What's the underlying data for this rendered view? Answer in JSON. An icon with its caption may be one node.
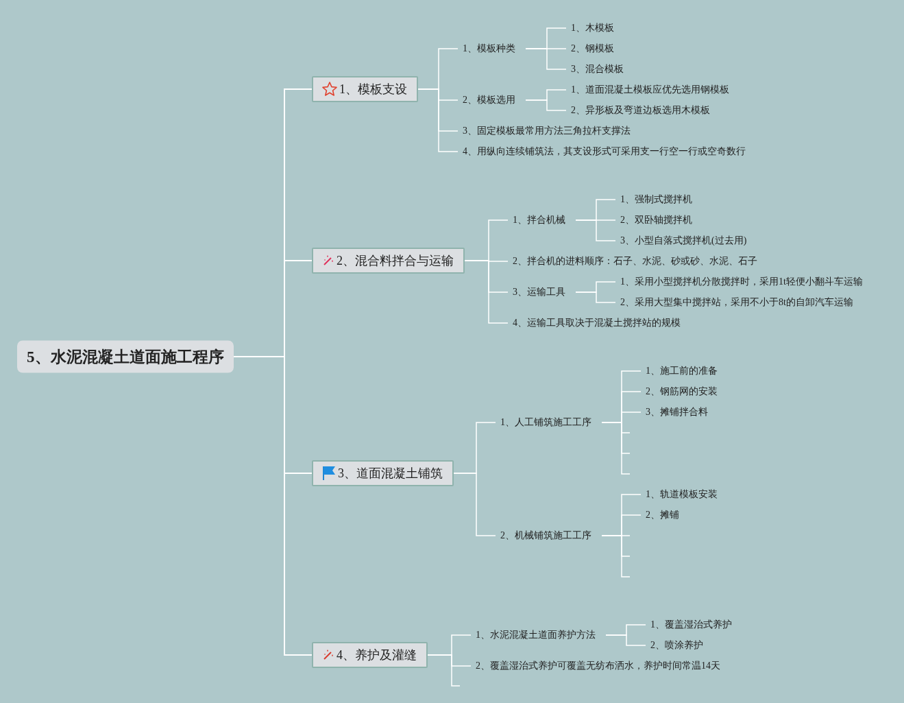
{
  "diagram": {
    "nodes": [
      {
        "text": [
          "5、水泥混凝土道面施工程序"
        ]
      },
      {
        "text": [
          "1、模板支设"
        ]
      },
      {
        "text": [
          "1、模板种类"
        ]
      },
      {
        "text": [
          "1、木模板"
        ]
      },
      {
        "text": [
          "2、钢模板"
        ]
      },
      {
        "text": [
          "3、混合模板"
        ]
      },
      {
        "text": [
          "2、模板选用"
        ]
      },
      {
        "text": [
          "1、道面混凝土模板应优先选用钢模板"
        ]
      },
      {
        "text": [
          "2、异形板及弯道边板选用木模板"
        ]
      },
      {
        "text": [
          "3、固定模板最常用方法三角拉杆支撑法"
        ]
      },
      {
        "text": [
          "4、用纵向连续铺筑法，其支设形式可采用支一行空一行或空奇数行"
        ]
      },
      {
        "text": [
          "2、混合料拌合与运输"
        ]
      },
      {
        "text": [
          "1、拌合机械"
        ]
      },
      {
        "text": [
          "1、强制式搅拌机"
        ]
      },
      {
        "text": [
          "2、双卧轴搅拌机"
        ]
      },
      {
        "text": [
          "3、小型自落式搅拌机(过去用)"
        ]
      },
      {
        "text": [
          "2、拌合机的进料顺序：石子、水泥、砂或砂、水泥、石子"
        ]
      },
      {
        "text": [
          "3、运输工具"
        ]
      },
      {
        "text": [
          "1、采用小型搅拌机分散搅拌时，采用1t轻便小翻斗车运输"
        ]
      },
      {
        "text": [
          "2、采用大型集中搅拌站，采用不小于8t的自卸汽车运输"
        ]
      },
      {
        "text": [
          "4、运输工具取决于混凝土搅拌站的规模"
        ]
      },
      {
        "text": [
          "3、道面混凝土铺筑"
        ]
      },
      {
        "text": [
          "1、人工铺筑施工工序"
        ]
      },
      {
        "text": [
          "1、施工前的准备"
        ]
      },
      {
        "text": [
          "2、钢筋网的安装"
        ]
      },
      {
        "text": [
          "3、摊铺拌合料"
        ]
      },
      {
        "text": [
          "2、机械铺筑施工工序"
        ]
      },
      {
        "text": [
          "1、轨道模板安装"
        ]
      },
      {
        "text": [
          "2、摊铺"
        ]
      },
      {
        "text": [
          "4、养护及灌缝"
        ]
      },
      {
        "text": [
          "1、水泥混凝土道面养护方法"
        ]
      },
      {
        "text": [
          "1、覆盖湿治式养护"
        ]
      },
      {
        "text": [
          "2、喷涂养护"
        ]
      },
      {
        "text": [
          "2、覆盖湿治式养护可覆盖无纺布洒水，养护时间常温14天"
        ]
      }
    ],
    "edges": [
      {
        "from": 0,
        "to": 1,
        "arrow": "none"
      },
      {
        "from": 0,
        "to": 11,
        "arrow": "none"
      },
      {
        "from": 0,
        "to": 21,
        "arrow": "none"
      },
      {
        "from": 0,
        "to": 29,
        "arrow": "none"
      },
      {
        "from": 1,
        "to": 2,
        "arrow": "none"
      },
      {
        "from": 2,
        "to": 3,
        "arrow": "none"
      },
      {
        "from": 2,
        "to": 4,
        "arrow": "none"
      },
      {
        "from": 2,
        "to": 5,
        "arrow": "none"
      },
      {
        "from": 1,
        "to": 6,
        "arrow": "none"
      },
      {
        "from": 6,
        "to": 7,
        "arrow": "none"
      },
      {
        "from": 6,
        "to": 8,
        "arrow": "none"
      },
      {
        "from": 1,
        "to": 9,
        "arrow": "none"
      },
      {
        "from": 1,
        "to": 10,
        "arrow": "none"
      },
      {
        "from": 11,
        "to": 12,
        "arrow": "none"
      },
      {
        "from": 12,
        "to": 13,
        "arrow": "none"
      },
      {
        "from": 12,
        "to": 14,
        "arrow": "none"
      },
      {
        "from": 12,
        "to": 15,
        "arrow": "none"
      },
      {
        "from": 11,
        "to": 16,
        "arrow": "none"
      },
      {
        "from": 11,
        "to": 17,
        "arrow": "none"
      },
      {
        "from": 17,
        "to": 18,
        "arrow": "none"
      },
      {
        "from": 17,
        "to": 19,
        "arrow": "none"
      },
      {
        "from": 11,
        "to": 20,
        "arrow": "none"
      },
      {
        "from": 21,
        "to": 22,
        "arrow": "none"
      },
      {
        "from": 22,
        "to": 23,
        "arrow": "none"
      },
      {
        "from": 22,
        "to": 24,
        "arrow": "none"
      },
      {
        "from": 22,
        "to": 25,
        "arrow": "none"
      },
      {
        "from": 22,
        "to": null,
        "arrow": "none"
      },
      {
        "from": 22,
        "to": null,
        "arrow": "none"
      },
      {
        "from": 22,
        "to": null,
        "arrow": "none"
      },
      {
        "from": 21,
        "to": 26,
        "arrow": "none"
      },
      {
        "from": 26,
        "to": 27,
        "arrow": "none"
      },
      {
        "from": 26,
        "to": 28,
        "arrow": "none"
      },
      {
        "from": 26,
        "to": null,
        "arrow": "none"
      },
      {
        "from": 26,
        "to": null,
        "arrow": "none"
      },
      {
        "from": 26,
        "to": null,
        "arrow": "none"
      },
      {
        "from": 29,
        "to": 30,
        "arrow": "none"
      },
      {
        "from": 30,
        "to": 31,
        "arrow": "none"
      },
      {
        "from": 30,
        "to": 32,
        "arrow": "none"
      },
      {
        "from": 29,
        "to": 33,
        "arrow": "none"
      },
      {
        "from": 29,
        "to": null,
        "arrow": "none"
      }
    ]
  }
}
